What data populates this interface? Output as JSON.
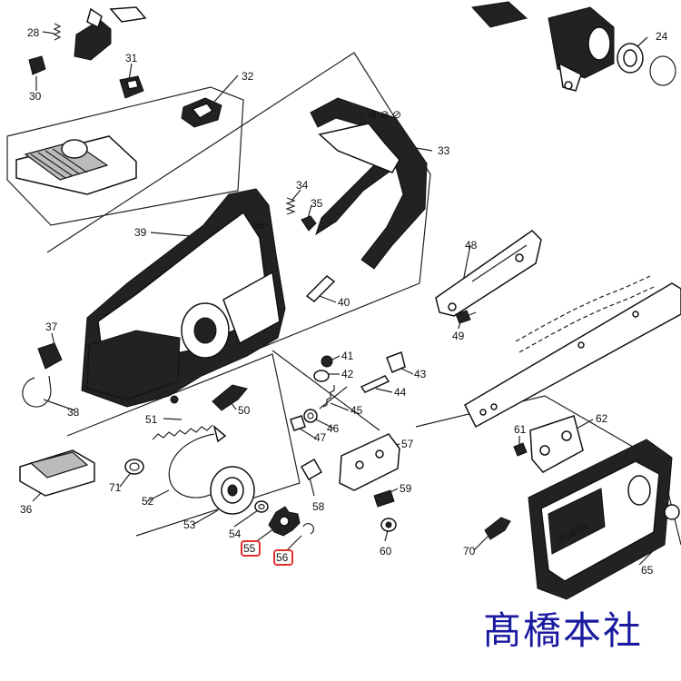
{
  "labels": [
    {
      "id": "28",
      "text": "28"
    },
    {
      "id": "30",
      "text": "30"
    },
    {
      "id": "31",
      "text": "31"
    },
    {
      "id": "32",
      "text": "32"
    },
    {
      "id": "33",
      "text": "33"
    },
    {
      "id": "24",
      "text": "24"
    },
    {
      "id": "34",
      "text": "34"
    },
    {
      "id": "35",
      "text": "35"
    },
    {
      "id": "39",
      "text": "39"
    },
    {
      "id": "40",
      "text": "40"
    },
    {
      "id": "48",
      "text": "48"
    },
    {
      "id": "49",
      "text": "49"
    },
    {
      "id": "37",
      "text": "37"
    },
    {
      "id": "41",
      "text": "41"
    },
    {
      "id": "42",
      "text": "42"
    },
    {
      "id": "43",
      "text": "43"
    },
    {
      "id": "44",
      "text": "44"
    },
    {
      "id": "45",
      "text": "45"
    },
    {
      "id": "38",
      "text": "38"
    },
    {
      "id": "51",
      "text": "51"
    },
    {
      "id": "50",
      "text": "50"
    },
    {
      "id": "46",
      "text": "46"
    },
    {
      "id": "47",
      "text": "47"
    },
    {
      "id": "61",
      "text": "61"
    },
    {
      "id": "62",
      "text": "62"
    },
    {
      "id": "57",
      "text": "57"
    },
    {
      "id": "36",
      "text": "36"
    },
    {
      "id": "71",
      "text": "71"
    },
    {
      "id": "52",
      "text": "52"
    },
    {
      "id": "58",
      "text": "58"
    },
    {
      "id": "59",
      "text": "59"
    },
    {
      "id": "53",
      "text": "53"
    },
    {
      "id": "54",
      "text": "54"
    },
    {
      "id": "55",
      "text": "55",
      "highlight": true
    },
    {
      "id": "56",
      "text": "56",
      "highlight": true
    },
    {
      "id": "60",
      "text": "60"
    },
    {
      "id": "70",
      "text": "70"
    },
    {
      "id": "65",
      "text": "65"
    }
  ],
  "highlight_color": "#e03030",
  "watermark": "髙橋本社",
  "handle_marking": "↑ ⊘ ⊘ ⊘"
}
